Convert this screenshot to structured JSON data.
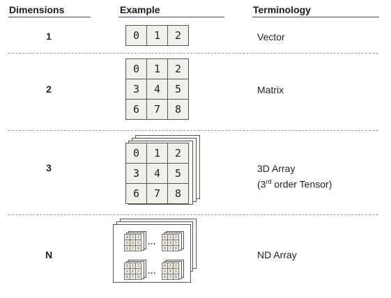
{
  "headers": {
    "dimensions": "Dimensions",
    "example": "Example",
    "terminology": "Terminology"
  },
  "rows": [
    {
      "dim": "1",
      "term": "Vector",
      "cells": [
        [
          "0",
          "1",
          "2"
        ]
      ]
    },
    {
      "dim": "2",
      "term": "Matrix",
      "cells": [
        [
          "0",
          "1",
          "2"
        ],
        [
          "3",
          "4",
          "5"
        ],
        [
          "6",
          "7",
          "8"
        ]
      ]
    },
    {
      "dim": "3",
      "term_line1": "3D Array",
      "term_line2_pre": "(3",
      "term_line2_sup": "rd",
      "term_line2_post": " order Tensor)",
      "cells": [
        [
          "0",
          "1",
          "2"
        ],
        [
          "3",
          "4",
          "5"
        ],
        [
          "6",
          "7",
          "8"
        ]
      ]
    },
    {
      "dim": "N",
      "term": "ND Array",
      "ellipsis": "...",
      "mini_cells": [
        [
          "0",
          "1",
          "2"
        ],
        [
          "3",
          "4",
          "5"
        ],
        [
          "6",
          "7",
          "8"
        ]
      ]
    }
  ]
}
